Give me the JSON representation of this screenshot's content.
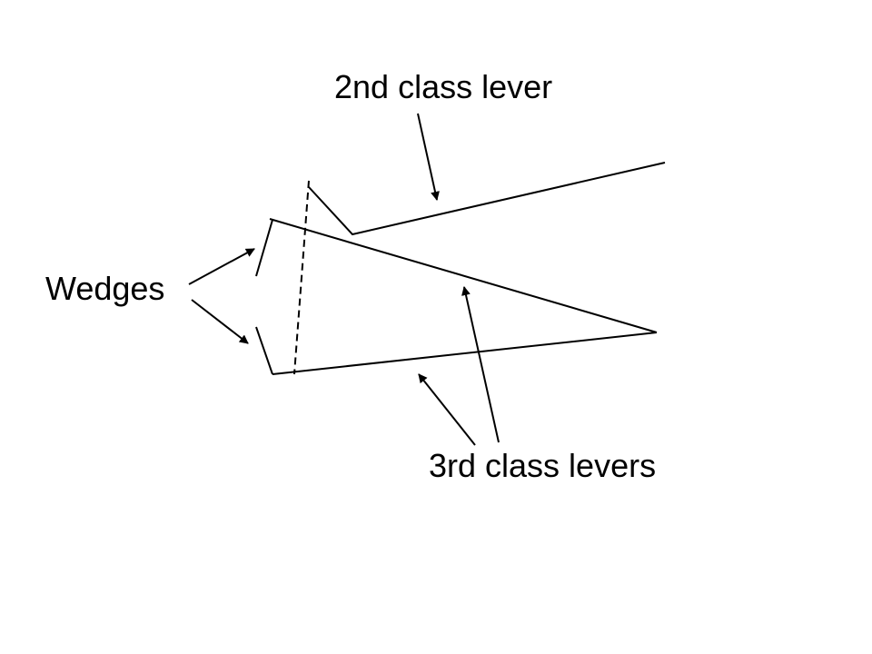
{
  "labels": {
    "second_class": "2nd class lever",
    "wedges": "Wedges",
    "third_class": "3rd class levers"
  },
  "colors": {
    "line": "#000000",
    "background": "#ffffff"
  }
}
